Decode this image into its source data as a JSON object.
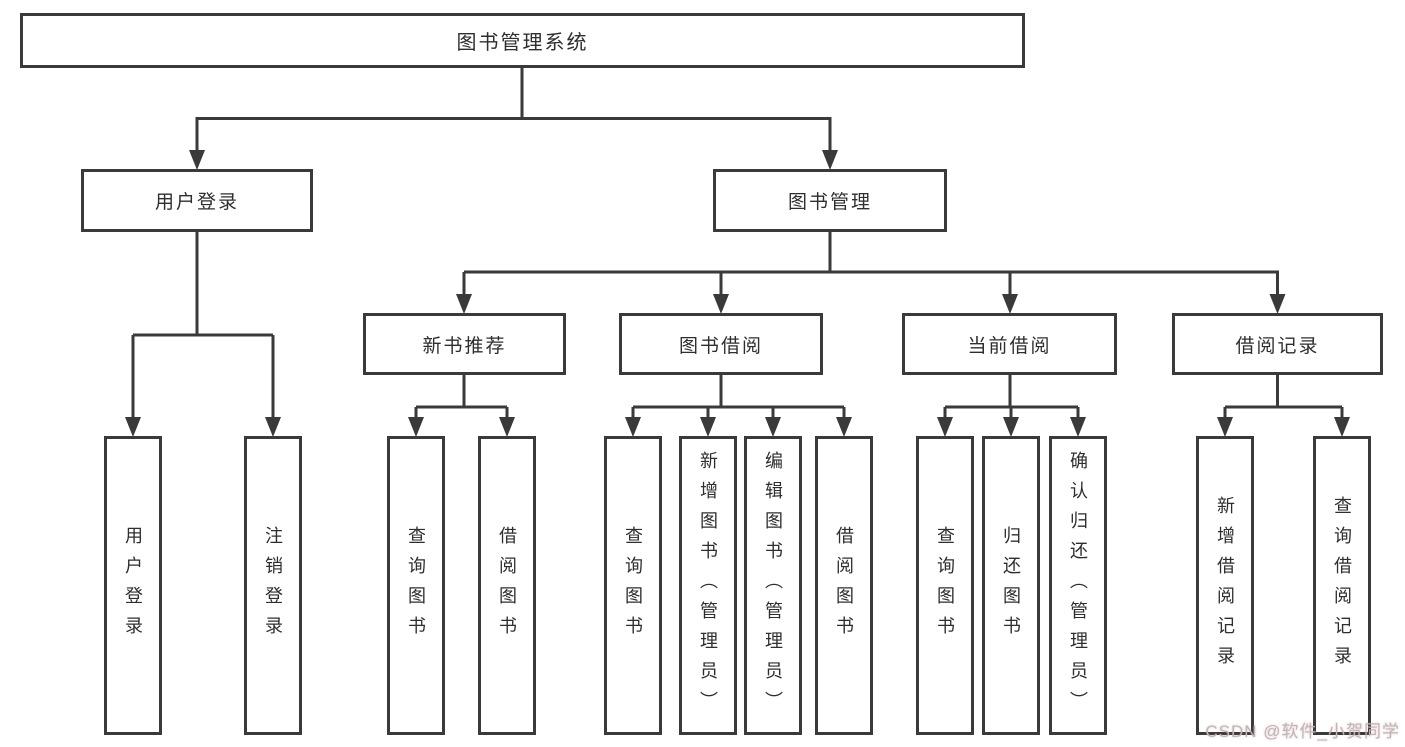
{
  "diagram": {
    "root": {
      "label": "图书管理系统"
    },
    "branches": [
      {
        "label": "用户登录",
        "children": [
          {
            "label": "用户登录"
          },
          {
            "label": "注销登录"
          }
        ]
      },
      {
        "label": "图书管理",
        "children": [
          {
            "label": "新书推荐",
            "children": [
              {
                "label": "查询图书"
              },
              {
                "label": "借阅图书"
              }
            ]
          },
          {
            "label": "图书借阅",
            "children": [
              {
                "label": "查询图书"
              },
              {
                "label": "新增图书（管理员）"
              },
              {
                "label": "编辑图书（管理员）"
              },
              {
                "label": "借阅图书"
              }
            ]
          },
          {
            "label": "当前借阅",
            "children": [
              {
                "label": "查询图书"
              },
              {
                "label": "归还图书"
              },
              {
                "label": "确认归还（管理员）"
              }
            ]
          },
          {
            "label": "借阅记录",
            "children": [
              {
                "label": "新增借阅记录"
              },
              {
                "label": "查询借阅记录"
              }
            ]
          }
        ]
      }
    ]
  },
  "watermark": {
    "text": "CSDN @软件_小贺同学"
  },
  "colors": {
    "line": "#3a3a3a",
    "text": "#2e2e2e",
    "background": "#ffffff",
    "watermark": "#b9b9b9"
  }
}
